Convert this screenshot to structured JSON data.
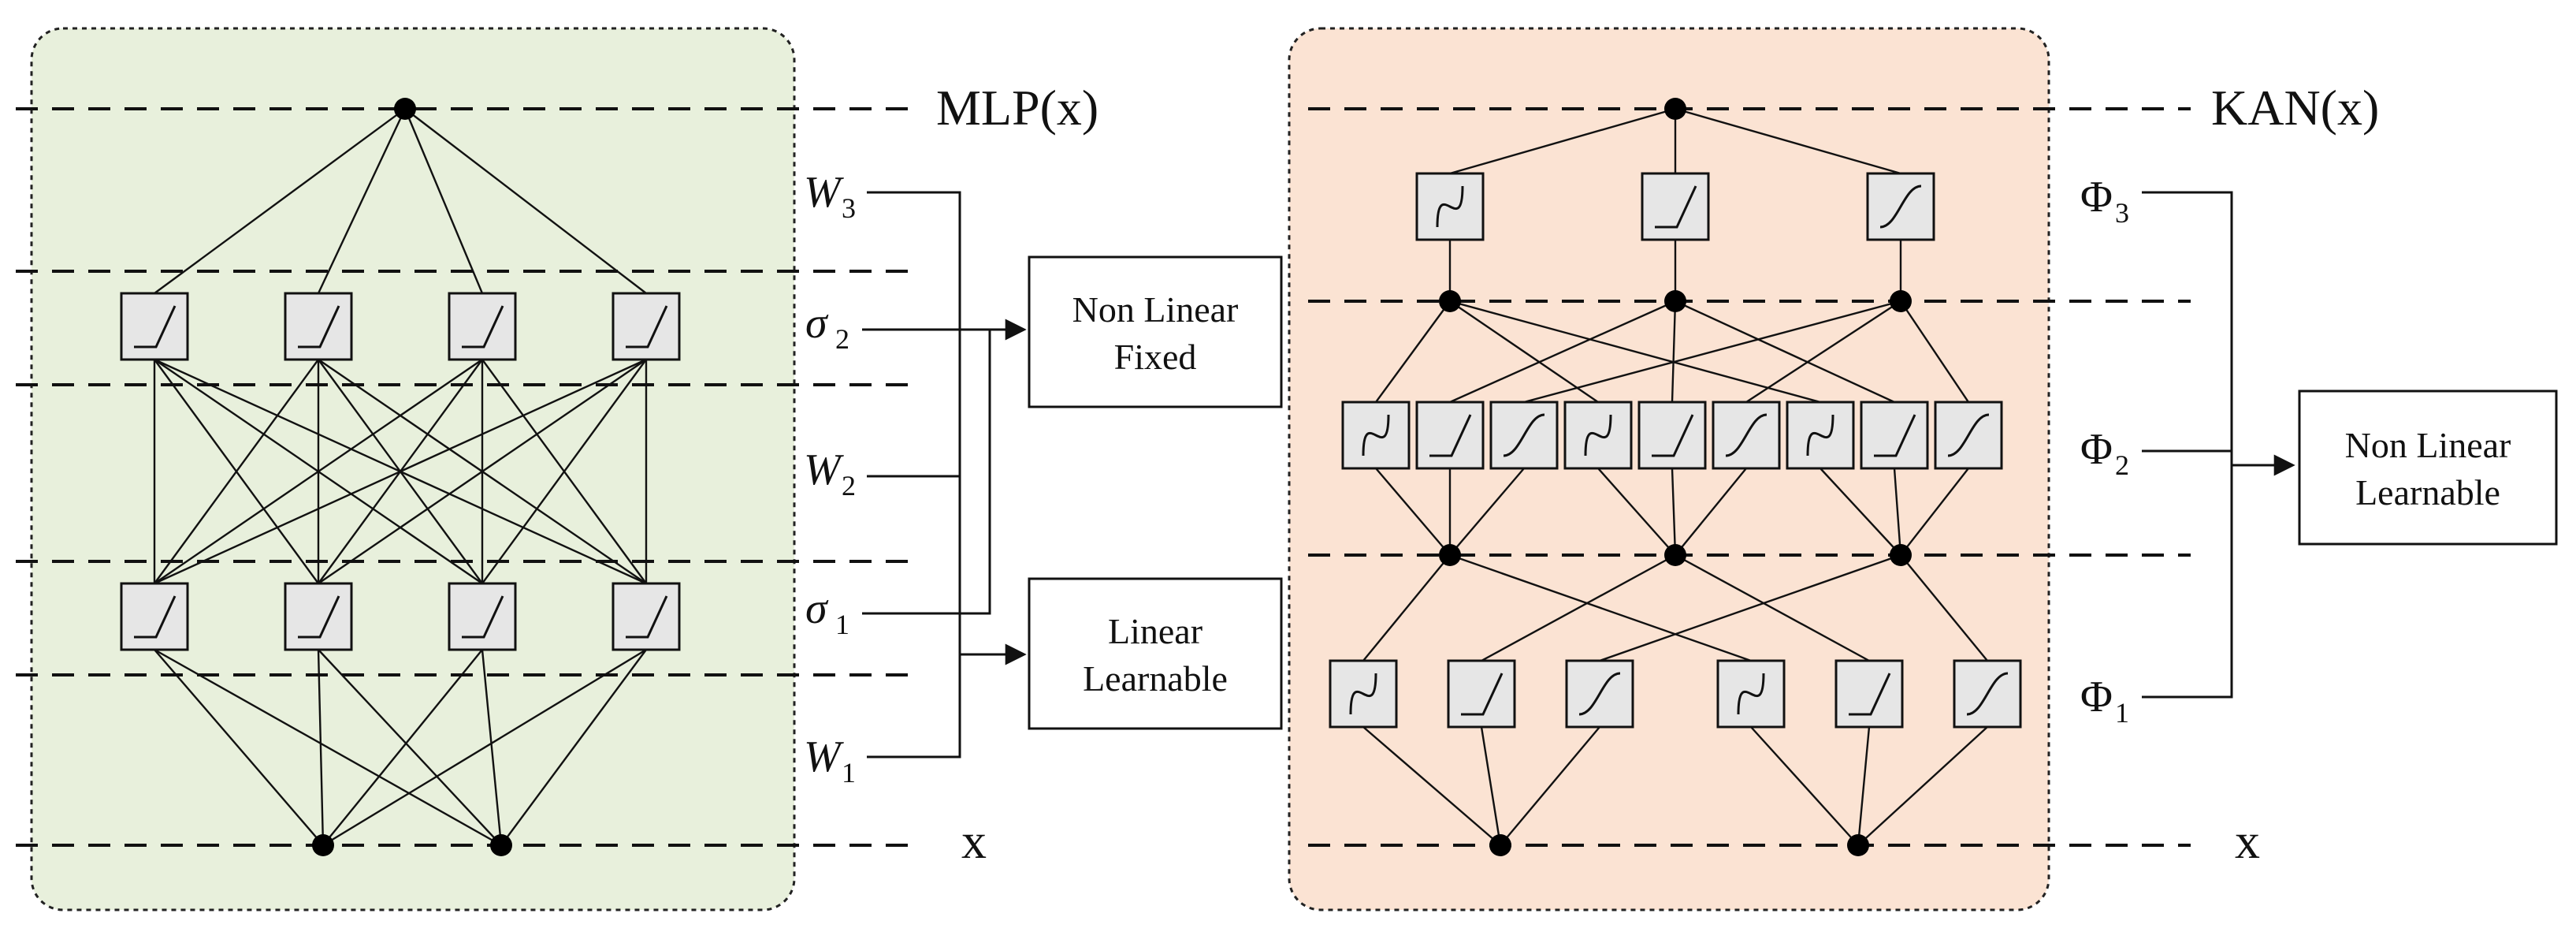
{
  "mlp": {
    "title": "MLP(x)",
    "input_label": "x",
    "weights": [
      {
        "symbol": "W",
        "subscript": "3",
        "role": "linear"
      },
      {
        "symbol": "σ",
        "subscript": "2",
        "role": "nonlinear"
      },
      {
        "symbol": "W",
        "subscript": "2",
        "role": "linear"
      },
      {
        "symbol": "σ",
        "subscript": "1",
        "role": "nonlinear"
      },
      {
        "symbol": "W",
        "subscript": "1",
        "role": "linear"
      }
    ],
    "activation_icon": "relu-icon",
    "panel_color": "#e8f0dc"
  },
  "kan": {
    "title": "KAN(x)",
    "input_label": "x",
    "layers": [
      {
        "symbol": "Φ",
        "subscript": "3"
      },
      {
        "symbol": "Φ",
        "subscript": "2"
      },
      {
        "symbol": "Φ",
        "subscript": "1"
      }
    ],
    "activation_icons": [
      "sine-icon",
      "relu-icon",
      "sigmoid-icon"
    ],
    "panel_color": "#fbe3d3"
  },
  "boxes": {
    "nonlinear_fixed": [
      "Non Linear",
      "Fixed"
    ],
    "linear_learnable": [
      "Linear",
      "Learnable"
    ],
    "nonlinear_learnable": [
      "Non Linear",
      "Learnable"
    ]
  }
}
